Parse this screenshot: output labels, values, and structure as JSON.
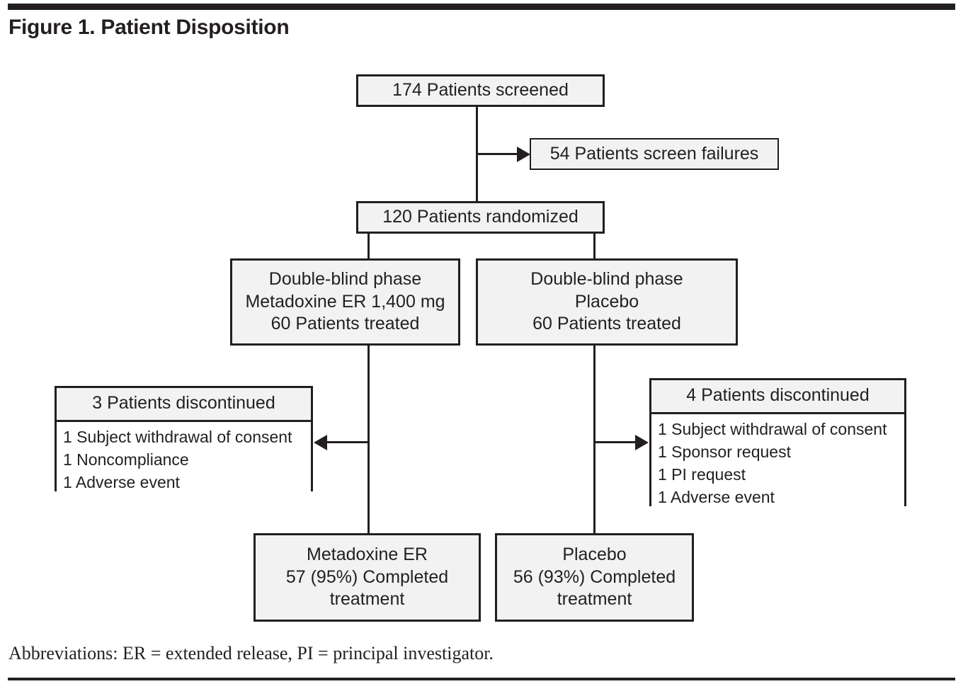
{
  "figure": {
    "title": "Figure 1. Patient Disposition",
    "footer": "Abbreviations: ER = extended release, PI = principal investigator."
  },
  "nodes": {
    "screened": {
      "label": "174 Patients screened"
    },
    "screen_failures": {
      "label": "54 Patients screen failures"
    },
    "randomized": {
      "label": "120 Patients randomized"
    },
    "arm_treatment": {
      "line1": "Double-blind phase",
      "line2": "Metadoxine ER 1,400 mg",
      "line3": "60 Patients treated"
    },
    "arm_placebo": {
      "line1": "Double-blind phase",
      "line2": "Placebo",
      "line3": "60 Patients treated"
    },
    "disc_treatment": {
      "header": "3 Patients discontinued",
      "reasons": [
        "1 Subject withdrawal of consent",
        "1 Noncompliance",
        "1 Adverse event"
      ]
    },
    "disc_placebo": {
      "header": "4 Patients discontinued",
      "reasons": [
        "1 Subject withdrawal of consent",
        "1 Sponsor request",
        "1 PI request",
        "1 Adverse event"
      ]
    },
    "completed_treatment": {
      "line1": "Metadoxine ER",
      "line2": "57 (95%) Completed",
      "line3": "treatment"
    },
    "completed_placebo": {
      "line1": "Placebo",
      "line2": "56 (93%) Completed",
      "line3": "treatment"
    }
  },
  "colors": {
    "ink": "#231f20",
    "box_fill": "#f2f2f2",
    "list_fill": "#ffffff",
    "page": "#ffffff"
  }
}
